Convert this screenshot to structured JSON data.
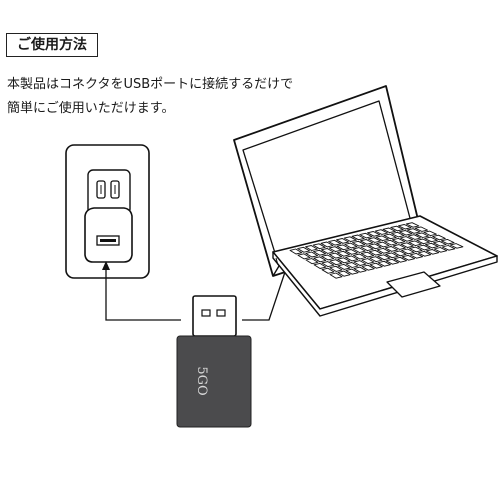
{
  "section": {
    "label": "ご使用方法"
  },
  "description": {
    "line1": "本製品はコネクタをUSBポートに接続するだけで",
    "line2": "簡単にご使用いただけます。"
  },
  "device": {
    "logo": "5GO",
    "body_color": "#4b4b4d"
  }
}
